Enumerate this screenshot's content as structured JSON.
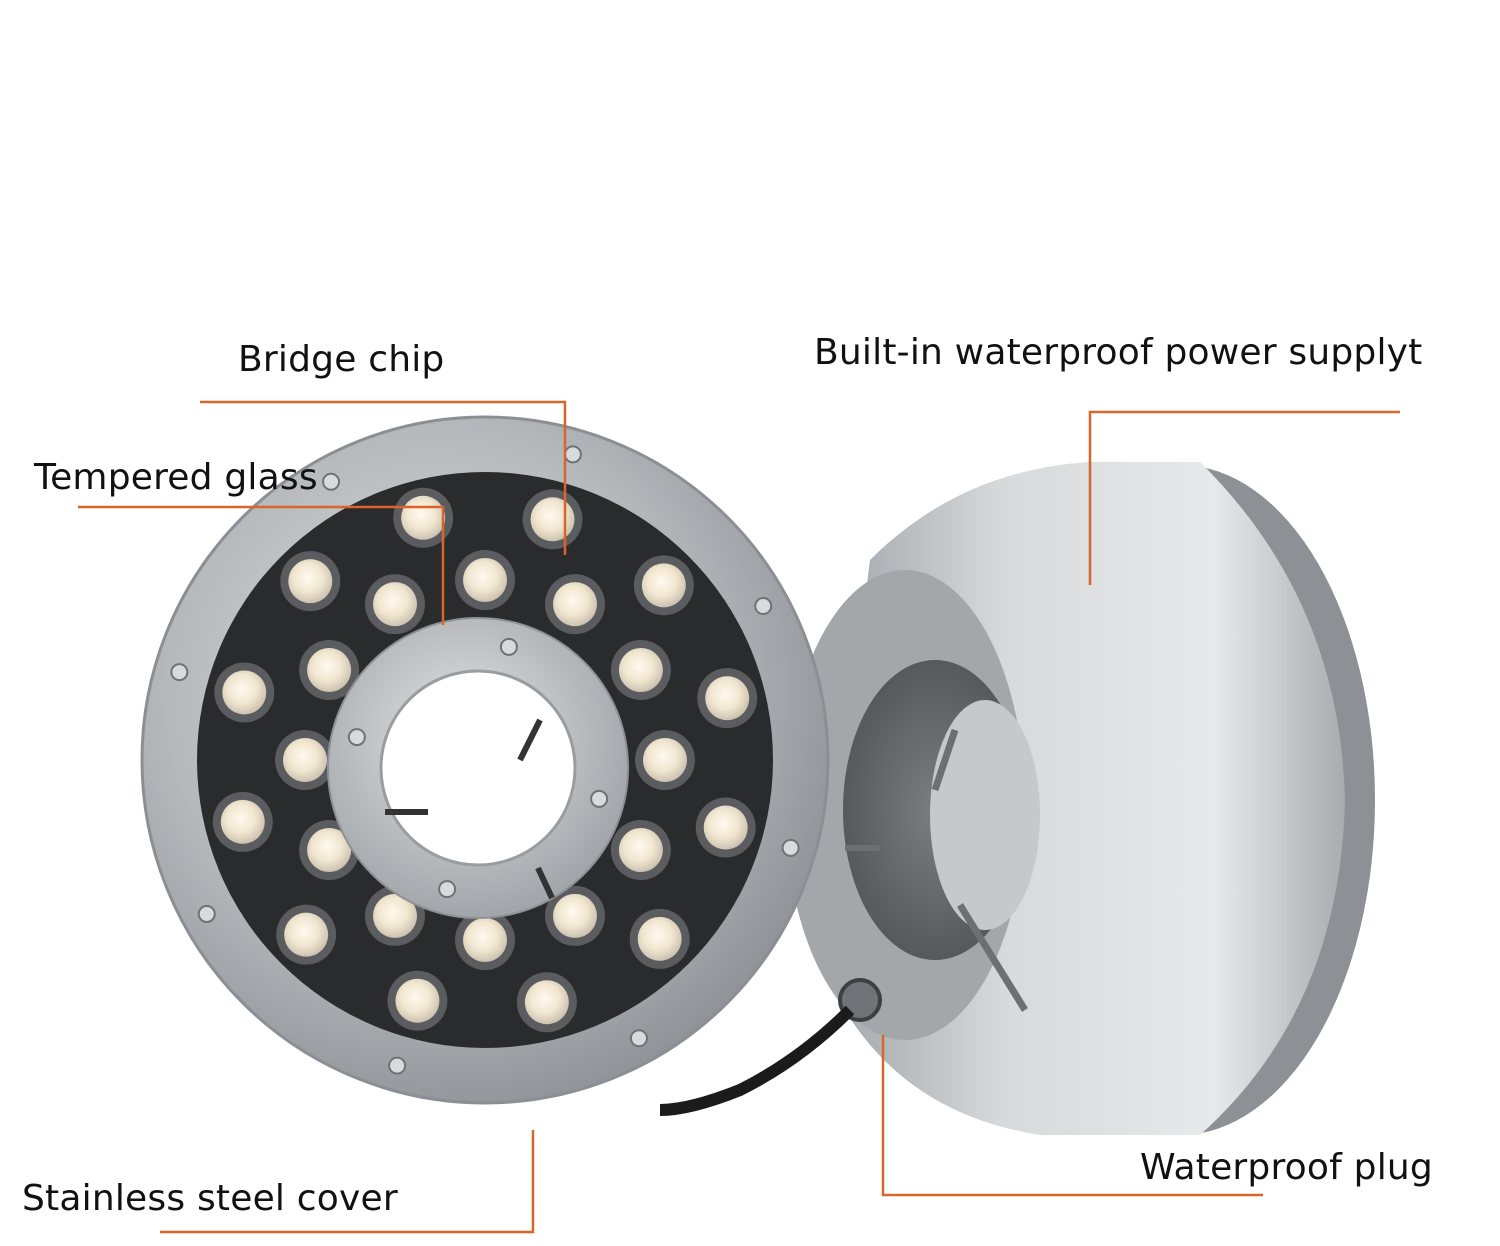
{
  "callouts": {
    "bridge_chip": "Bridge chip",
    "tempered_glass": "Tempered glass",
    "power_supply": "Built-in waterproof power supplyt",
    "waterproof_plug": "Waterproof plug",
    "stainless_cover": "Stainless steel cover"
  },
  "colors": {
    "leader_line": "#d9652b",
    "steel": "#b9bcbf",
    "housing": "#d4d6d8",
    "led_board": "#2a2b2d",
    "led_warm": "#f3ead6"
  }
}
